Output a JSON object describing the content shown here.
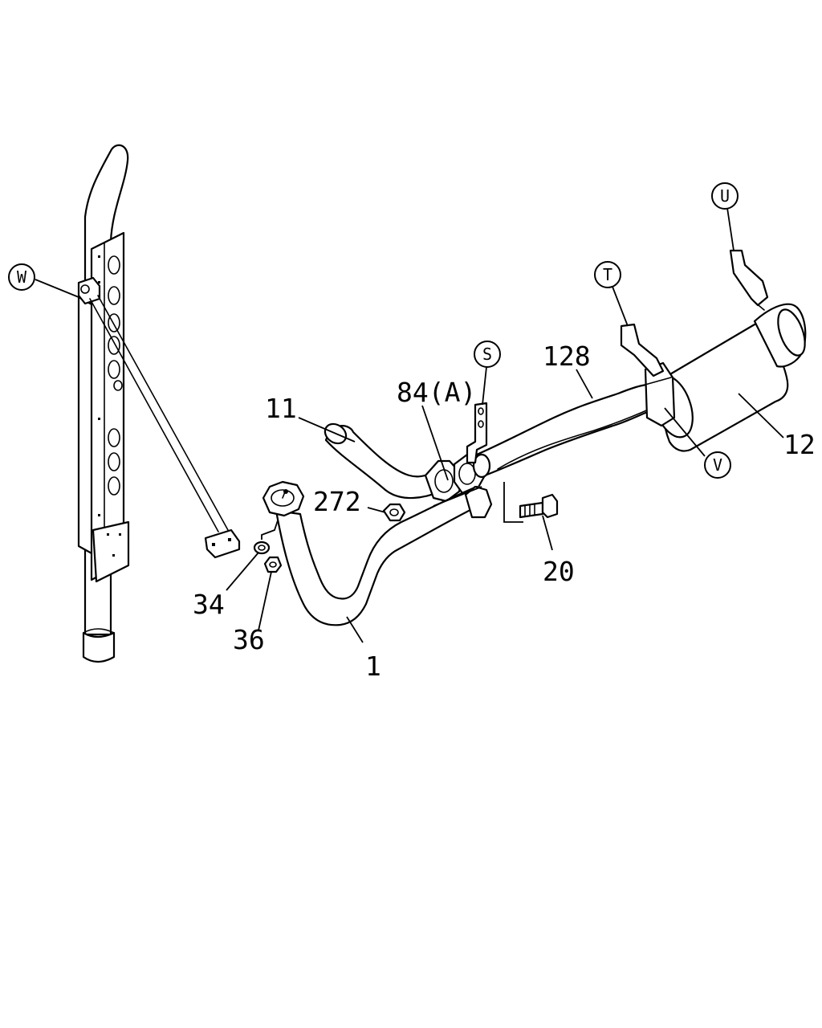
{
  "diagram": {
    "part_labels": [
      {
        "id": "p11",
        "text": "11"
      },
      {
        "id": "p84",
        "text": "84(A)"
      },
      {
        "id": "p128",
        "text": "128"
      },
      {
        "id": "p12",
        "text": "12"
      },
      {
        "id": "p272",
        "text": "272"
      },
      {
        "id": "p20",
        "text": "20"
      },
      {
        "id": "p34",
        "text": "34"
      },
      {
        "id": "p36",
        "text": "36"
      },
      {
        "id": "p1",
        "text": "1"
      }
    ],
    "reference_callouts": [
      {
        "id": "cW",
        "text": "W"
      },
      {
        "id": "cS",
        "text": "S"
      },
      {
        "id": "cT",
        "text": "T"
      },
      {
        "id": "cU",
        "text": "U"
      },
      {
        "id": "cV",
        "text": "V"
      }
    ]
  }
}
